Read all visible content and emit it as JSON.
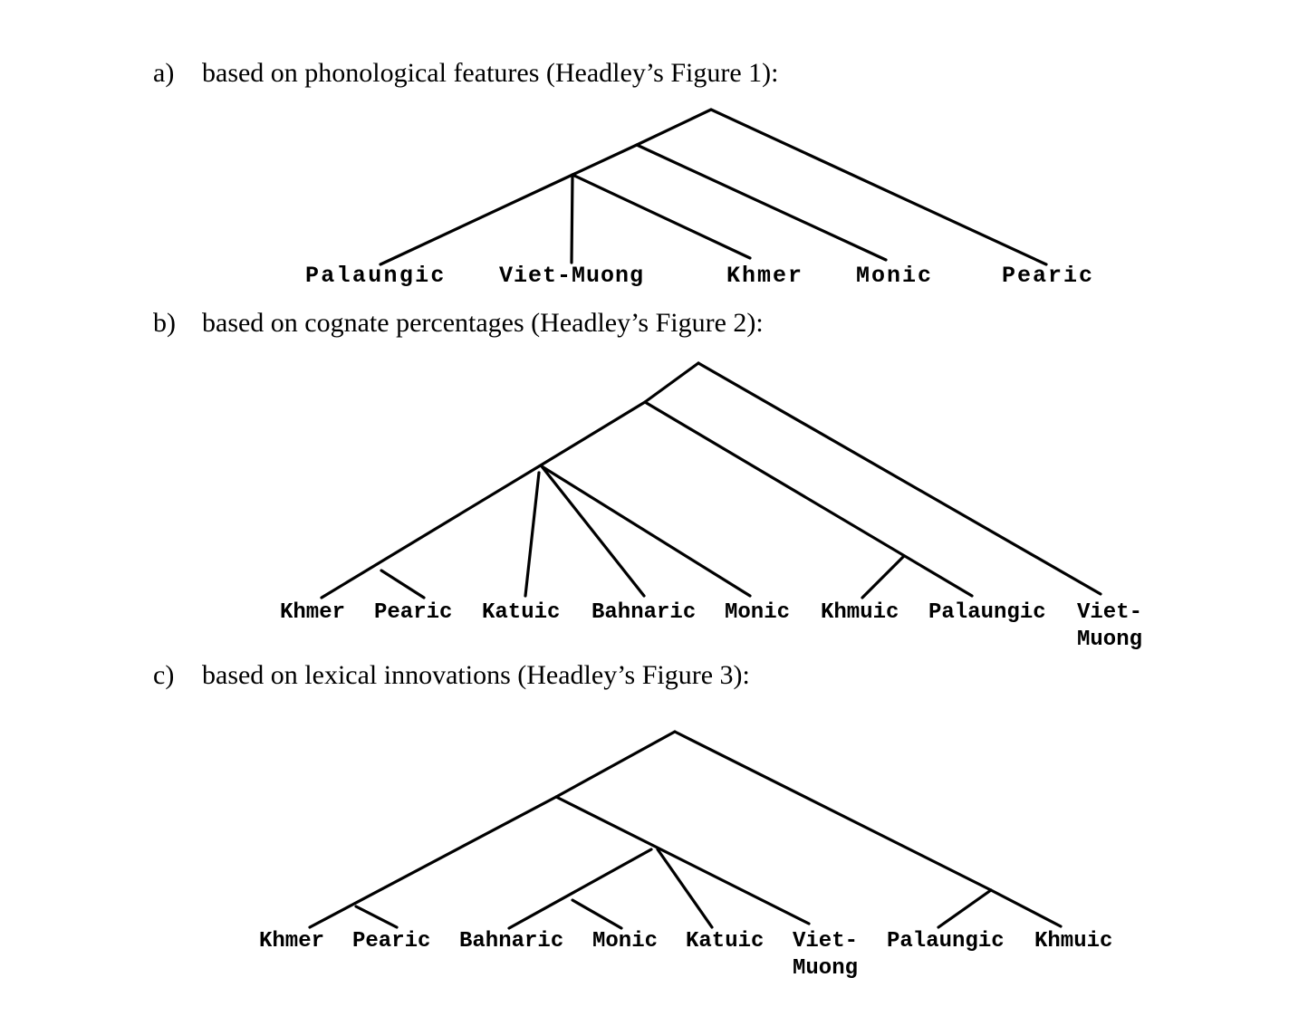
{
  "figures": [
    {
      "marker": "a)",
      "caption": "based on phonological features (Headley’s Figure 1):",
      "leaves": [
        "Palaungic",
        "Viet-Muong",
        "Khmer",
        "Monic",
        "Pearic"
      ]
    },
    {
      "marker": "b)",
      "caption": "based on cognate percentages (Headley’s Figure 2):",
      "leaves": [
        "Khmer",
        "Pearic",
        "Katuic",
        "Bahnaric",
        "Monic",
        "Khmuic",
        "Palaungic",
        "Viet-",
        "Muong"
      ]
    },
    {
      "marker": "c)",
      "caption": "based on lexical innovations (Headley’s Figure 3):",
      "leaves": [
        "Khmer",
        "Pearic",
        "Bahnaric",
        "Monic",
        "Katuic",
        "Viet-",
        "Muong",
        "Palaungic",
        "Khmuic"
      ]
    }
  ]
}
